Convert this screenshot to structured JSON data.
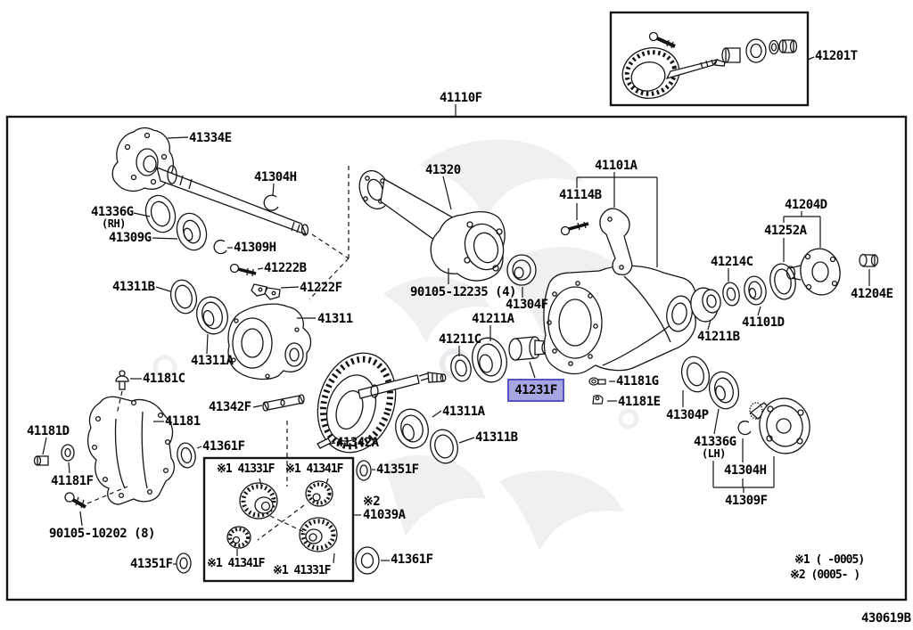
{
  "doc_code": "430619B",
  "colors": {
    "line": "#141414",
    "highlight_bg": "#a6a6e0",
    "highlight_border": "#5353c4",
    "watermark": "#e2e2e6"
  },
  "highlight": {
    "text": "41231F"
  },
  "legend": {
    "line1": "※1 (    -0005)",
    "line2": "※2 (0005-    )"
  },
  "labels": [
    {
      "id": "41201T",
      "text": "41201T"
    },
    {
      "id": "41110F",
      "text": "41110F"
    },
    {
      "id": "41334E",
      "text": "41334E"
    },
    {
      "id": "41304H-top",
      "text": "41304H"
    },
    {
      "id": "41336G-rh",
      "text": "41336G"
    },
    {
      "id": "rh",
      "text": "(RH)"
    },
    {
      "id": "41309G",
      "text": "41309G"
    },
    {
      "id": "41309H",
      "text": "41309H"
    },
    {
      "id": "41222B",
      "text": "41222B"
    },
    {
      "id": "41222F",
      "text": "41222F"
    },
    {
      "id": "41311B-1",
      "text": "41311B"
    },
    {
      "id": "41311",
      "text": "41311"
    },
    {
      "id": "41311A-1",
      "text": "41311A"
    },
    {
      "id": "41181C",
      "text": "41181C"
    },
    {
      "id": "41342F",
      "text": "41342F"
    },
    {
      "id": "41181",
      "text": "41181"
    },
    {
      "id": "41181D",
      "text": "41181D"
    },
    {
      "id": "41361F-1",
      "text": "41361F"
    },
    {
      "id": "41181F",
      "text": "41181F"
    },
    {
      "id": "90105-10202",
      "text": "90105-10202 (8)"
    },
    {
      "id": "41351F-1",
      "text": "41351F"
    },
    {
      "id": "41320",
      "text": "41320"
    },
    {
      "id": "90105-12235",
      "text": "90105-12235 (4)"
    },
    {
      "id": "41304F",
      "text": "41304F"
    },
    {
      "id": "41211A",
      "text": "41211A"
    },
    {
      "id": "41211C",
      "text": "41211C"
    },
    {
      "id": "41101A",
      "text": "41101A"
    },
    {
      "id": "41114B",
      "text": "41114B"
    },
    {
      "id": "41204D",
      "text": "41204D"
    },
    {
      "id": "41252A",
      "text": "41252A"
    },
    {
      "id": "41214C",
      "text": "41214C"
    },
    {
      "id": "41211B",
      "text": "41211B"
    },
    {
      "id": "41101D",
      "text": "41101D"
    },
    {
      "id": "41204E",
      "text": "41204E"
    },
    {
      "id": "41181G",
      "text": "41181G"
    },
    {
      "id": "41181E",
      "text": "41181E"
    },
    {
      "id": "41304P",
      "text": "41304P"
    },
    {
      "id": "41336G-lh",
      "text": "41336G"
    },
    {
      "id": "lh",
      "text": "(LH)"
    },
    {
      "id": "41304H-bot",
      "text": "41304H"
    },
    {
      "id": "41309F",
      "text": "41309F"
    },
    {
      "id": "41311A-2",
      "text": "41311A"
    },
    {
      "id": "41311B-2",
      "text": "41311B"
    },
    {
      "id": "41342A",
      "text": "41342A"
    },
    {
      "id": "41351F-2",
      "text": "41351F"
    },
    {
      "id": "note2",
      "text": "※2"
    },
    {
      "id": "41039A",
      "text": "41039A"
    },
    {
      "id": "41361F-2",
      "text": "41361F"
    },
    {
      "id": "41331F-tl",
      "text": "※1 41331F"
    },
    {
      "id": "41341F-tr",
      "text": "※1 41341F"
    },
    {
      "id": "41341F-bl",
      "text": "※1 41341F"
    },
    {
      "id": "41331F-br",
      "text": "※1 41331F"
    }
  ]
}
